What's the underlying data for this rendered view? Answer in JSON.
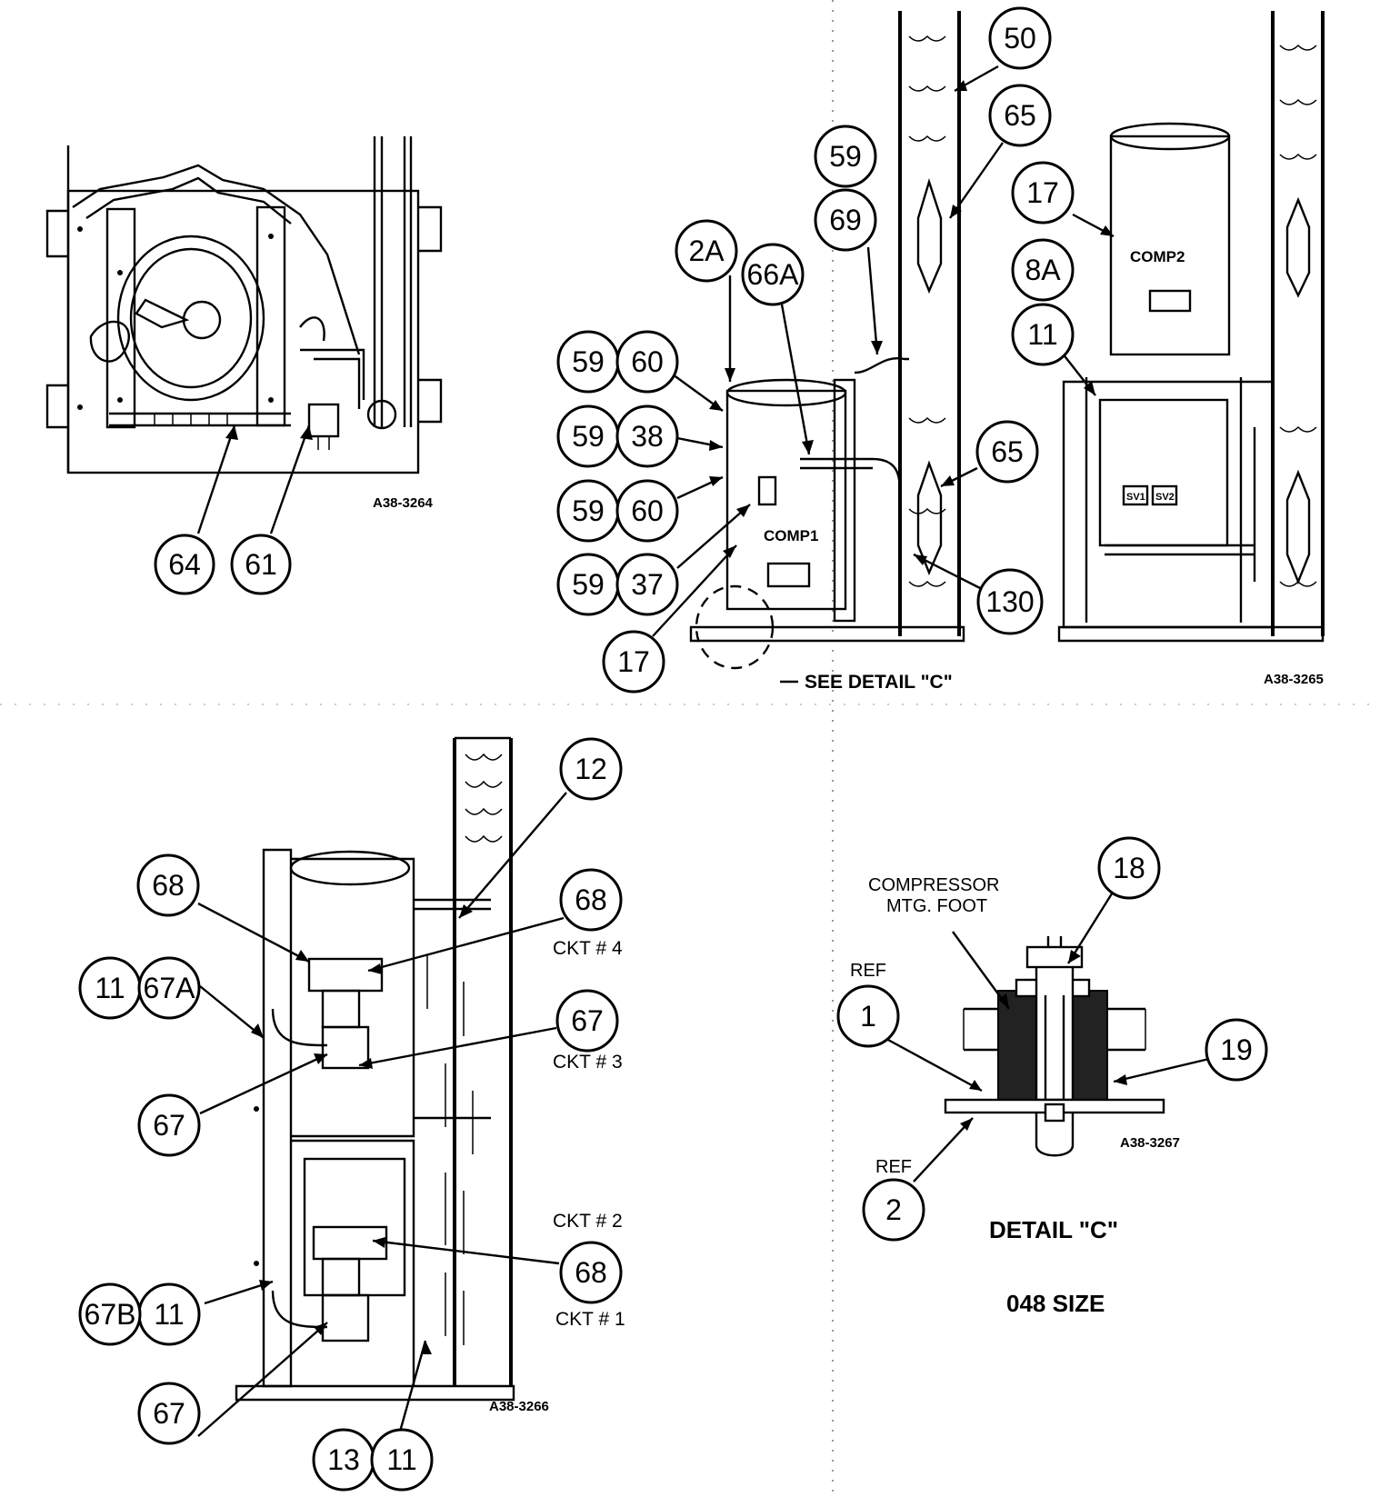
{
  "drawing_codes": {
    "view_top_left": "A38-3264",
    "view_top_right": "A38-3265",
    "view_bottom_left": "A38-3266",
    "view_detail": "A38-3267"
  },
  "callouts": {
    "tl": [
      "64",
      "61"
    ],
    "tr": [
      "50",
      "65",
      "59",
      "69",
      "17",
      "2A",
      "66A",
      "8A",
      "11",
      "59",
      "60",
      "59",
      "38",
      "65",
      "59",
      "60",
      "59",
      "37",
      "130",
      "17"
    ],
    "bl": [
      "12",
      "68",
      "68",
      "11",
      "67A",
      "67",
      "67",
      "68",
      "11",
      "67B",
      "67",
      "13",
      "11"
    ],
    "detail": [
      "18",
      "1",
      "19",
      "2"
    ]
  },
  "labels": {
    "comp1": "COMP1",
    "comp2": "COMP2",
    "sv1": "SV1",
    "sv2": "SV2",
    "see_detail": "SEE DETAIL \"C\"",
    "ckt4": "CKT # 4",
    "ckt3": "CKT # 3",
    "ckt2": "CKT # 2",
    "ckt1": "CKT # 1",
    "compressor_foot_line1": "COMPRESSOR",
    "compressor_foot_line2": "MTG. FOOT",
    "ref_1": "REF",
    "ref_2": "REF",
    "detail_title": "DETAIL \"C\"",
    "size": "048 SIZE"
  }
}
